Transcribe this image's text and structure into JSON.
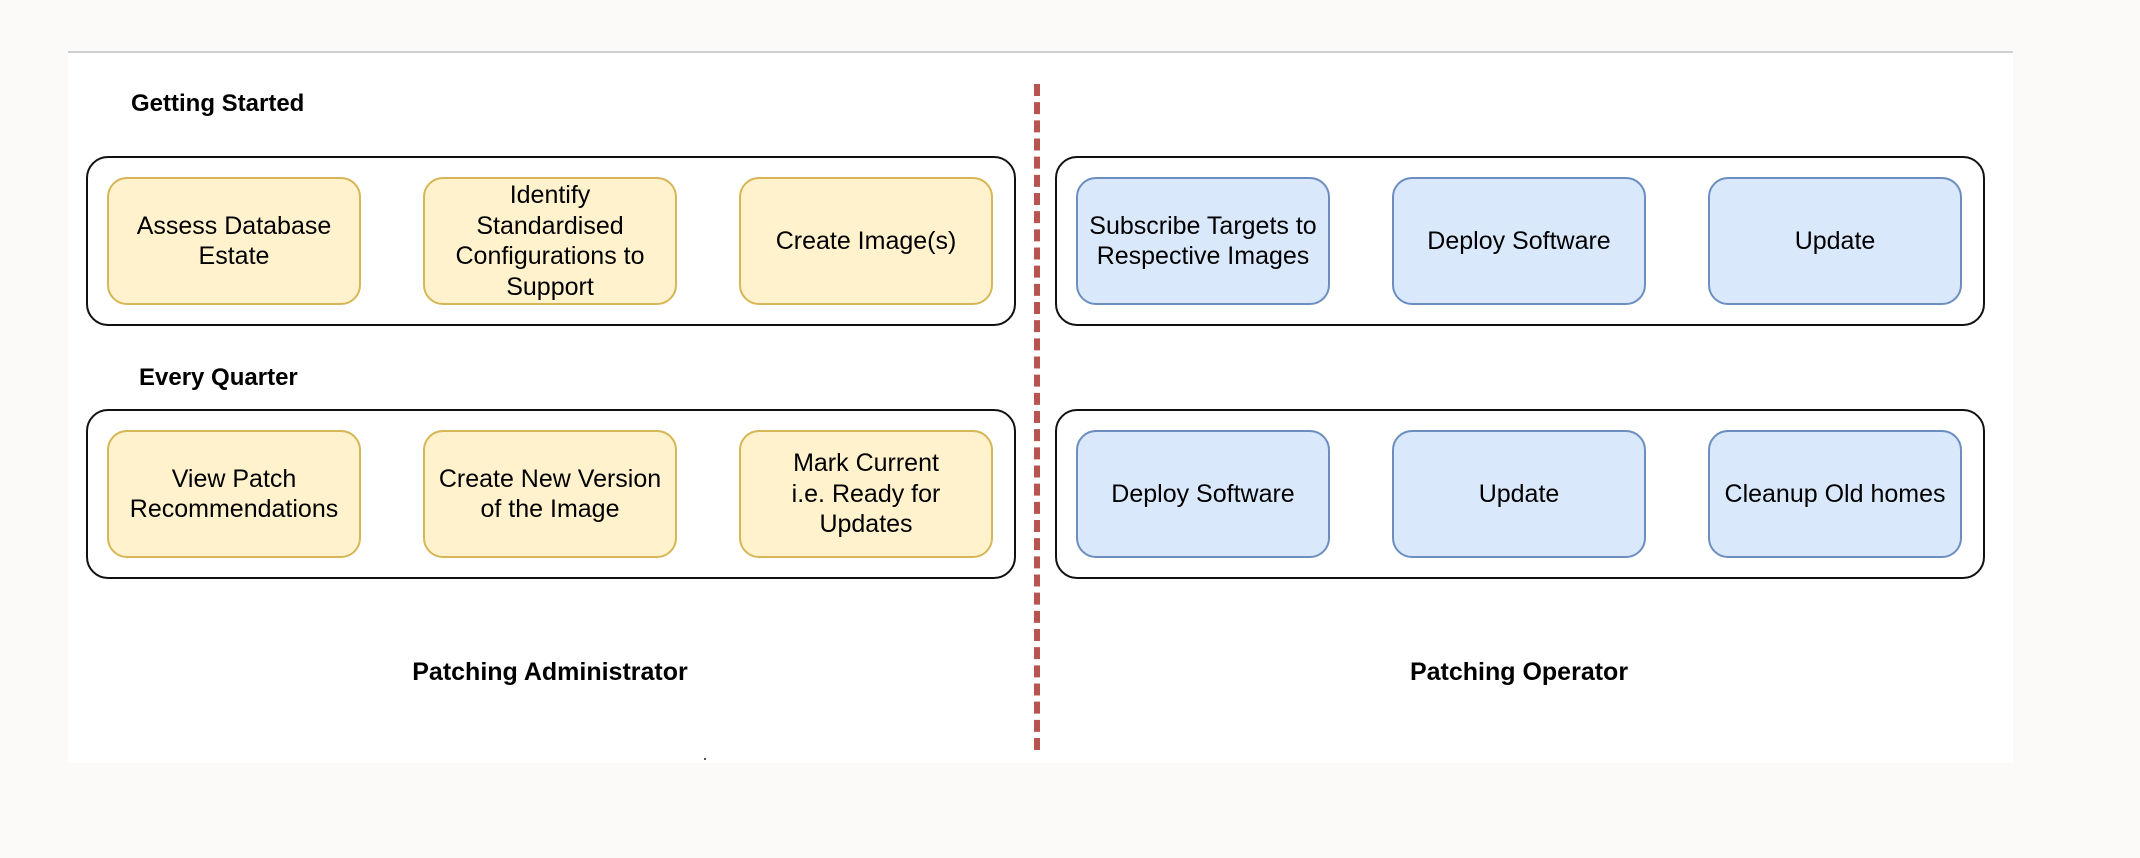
{
  "sections": {
    "getting_started": "Getting Started",
    "every_quarter": "Every Quarter"
  },
  "admin": {
    "getting_started": [
      "Assess Database\nEstate",
      "Identify Standardised\nConfigurations to\nSupport",
      "Create Image(s)"
    ],
    "every_quarter": [
      "View Patch\nRecommendations",
      "Create New Version\nof the Image",
      "Mark Current\ni.e. Ready for\nUpdates"
    ],
    "role_label": "Patching Administrator"
  },
  "operator": {
    "getting_started": [
      "Subscribe Targets to\nRespective Images",
      "Deploy Software",
      "Update"
    ],
    "every_quarter": [
      "Deploy Software",
      "Update",
      "Cleanup Old homes"
    ],
    "role_label": "Patching Operator"
  },
  "colors": {
    "admin_fill": "#fff2cc",
    "admin_stroke": "#d6b656",
    "operator_fill": "#dae8fc",
    "operator_stroke": "#6c8ebf",
    "divider": "#b85450"
  }
}
